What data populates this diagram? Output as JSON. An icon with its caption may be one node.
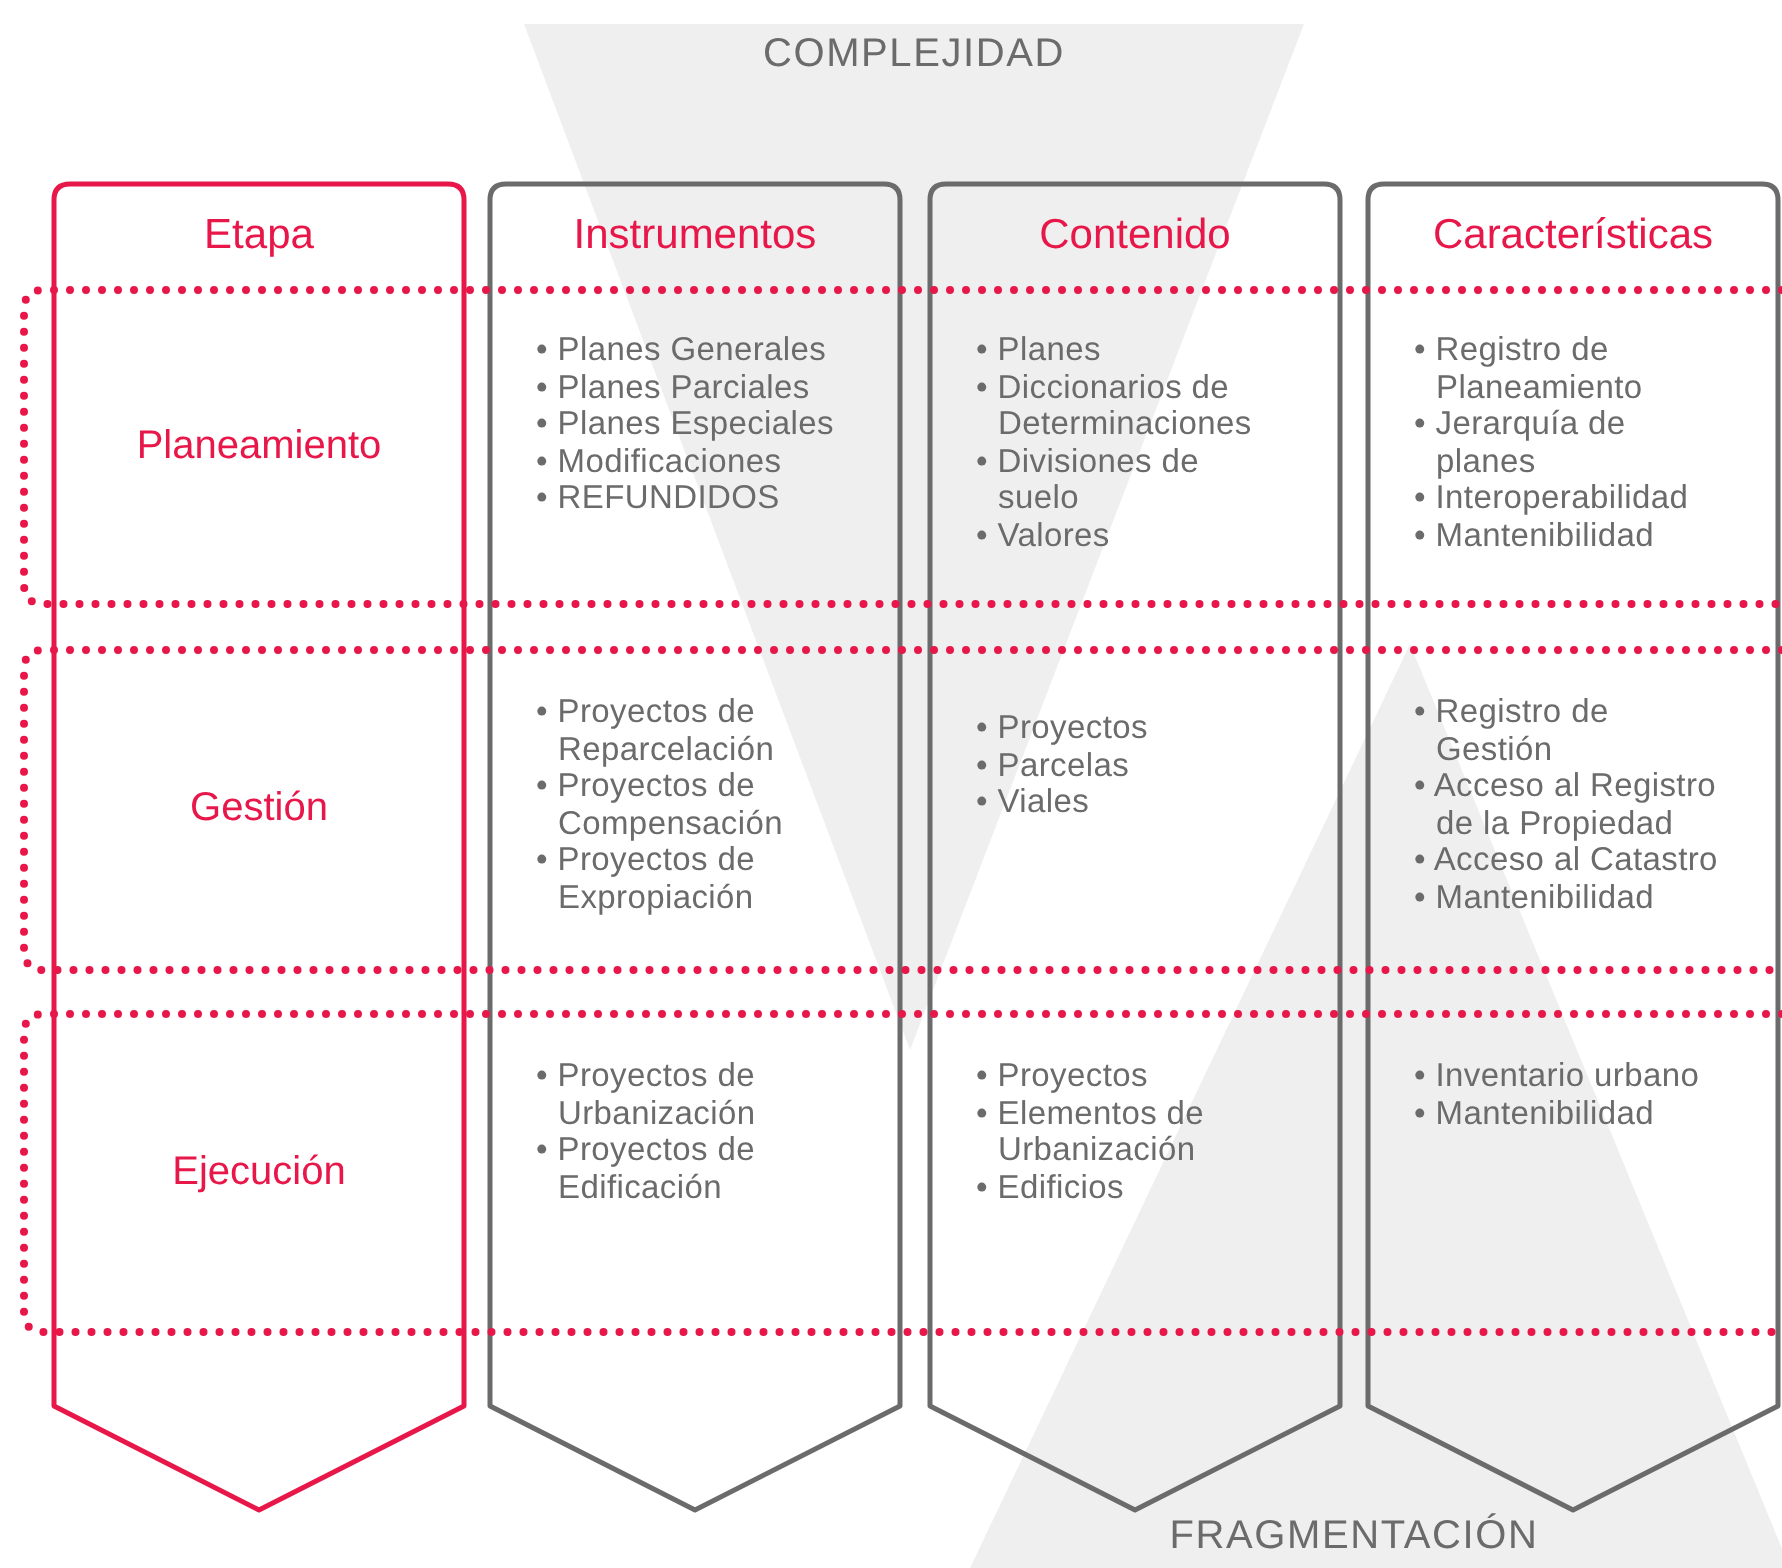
{
  "diagram": {
    "nodes": [
      {
        "text": [
          "Etapa"
        ]
      },
      {
        "text": [
          "Instrumentos"
        ]
      },
      {
        "text": [
          "Contenido"
        ]
      },
      {
        "text": [
          "Características"
        ]
      },
      {
        "text": [
          "Planeamiento"
        ],
        "in": 0
      },
      {
        "text": [
          "• Planes Generales",
          "• Planes Parciales",
          "• Planes Especiales",
          "• Modificaciones",
          "• REFUNDIDOS"
        ],
        "in": 1
      },
      {
        "text": [
          "• Planes",
          "• Diccionarios de Determinaciones",
          "• Divisiones de suelo",
          "• Valores"
        ],
        "in": 2
      },
      {
        "text": [
          "• Registro de Planeamiento",
          "• Jerarquía de planes",
          "• Interoperabilidad",
          "• Mantenibilidad"
        ],
        "in": 3
      },
      {
        "text": [
          "Gestión"
        ],
        "in": 0
      },
      {
        "text": [
          "• Proyectos de Reparcelación",
          "• Proyectos de Compensación",
          "• Proyectos de Expropiación"
        ],
        "in": 1
      },
      {
        "text": [
          "• Proyectos",
          "• Parcelas",
          "• Viales"
        ],
        "in": 2
      },
      {
        "text": [
          "• Registro de Gestión",
          "• Acceso al Registro de la Propiedad",
          "• Acceso al Catastro",
          "• Mantenibilidad"
        ],
        "in": 3
      },
      {
        "text": [
          "Ejecución"
        ],
        "in": 0
      },
      {
        "text": [
          "• Proyectos de Urbanización",
          "• Proyectos de Edificación"
        ],
        "in": 1
      },
      {
        "text": [
          "• Proyectos",
          "• Elementos de Urbanización",
          "• Edificios"
        ],
        "in": 2
      },
      {
        "text": [
          "• Inventario urbano",
          "• Mantenibilidad"
        ],
        "in": 3
      }
    ],
    "labels": [
      "COMPLEJIDAD",
      "FRAGMENTACIÓN"
    ]
  }
}
